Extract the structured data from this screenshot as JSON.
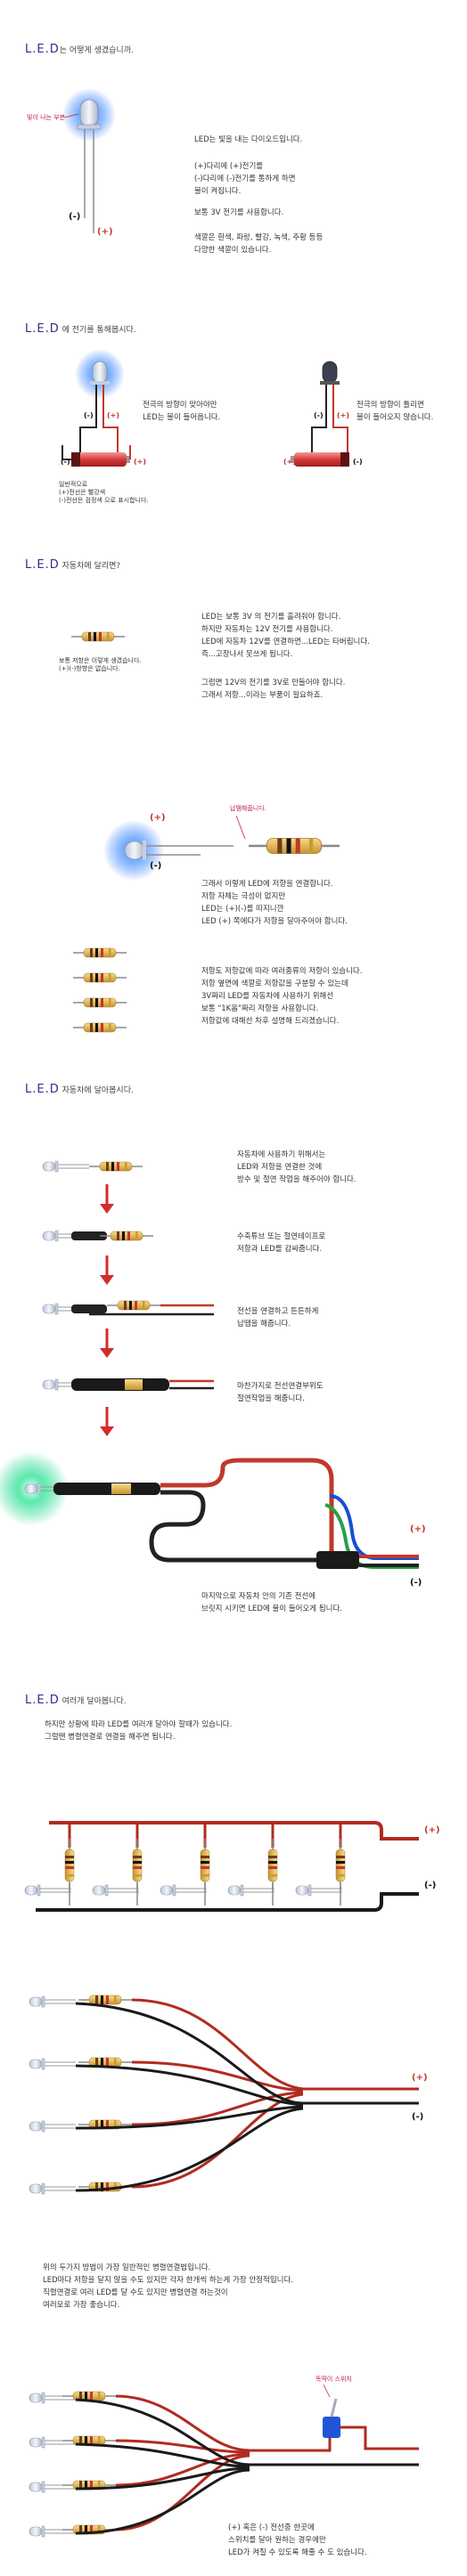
{
  "s1": {
    "head": [
      "L.E.D",
      "는 어떻게 생겼습니까."
    ],
    "callout": "빛이 나는 부분",
    "p1": "LED는 빛을 내는 다이오드입니다.",
    "p2": "(+)다리에 (+)전기를\n(-)다리에 (-)전기를 통하게 하면\n불이 켜집니다.",
    "p3": "보통 3V 전기를 사용합니다.",
    "p4": "색깔은 흰색, 파랑, 빨강, 녹색, 주황 등등\n다양한 색깔이 있습니다.",
    "minus": "(-)",
    "plus": "(+)"
  },
  "s2": {
    "head": [
      "L.E.D",
      " 에 전기를 통해봅시다."
    ],
    "left": "전극의 방향이 맞아야만\nLED는 불이 들어옵니다.",
    "right": "전극의 방향이 틀리면\n불이 들어오지 않습니다.",
    "note": "일반적으로\n(+)전선은 빨강색\n(-)전선은 검정색 으로 표시합니다.",
    "minus": "(-)",
    "plus": "(+)"
  },
  "s3": {
    "head": [
      "L.E.D",
      " 자동차에 달리면?"
    ],
    "resnote": "보통 저항은 이렇게 생겼습니다.\n(+)(-)방향은 없습니다.",
    "p1": "LED는 보통 3V 의 전기를 흘려줘야 합니다.\n하지만 자동차는 12V 전기를 사용합니다.\nLED에 자동차 12V를 연결하면...LED는 타버립니다.\n즉...고장나서 못쓰게 됩니다.",
    "p2": "그럼면 12V의 전기를 3V로 만들어야 합니다.\n그래서 저항...이라는 부품이 필요하죠.",
    "callout": "납땜해줍니다.",
    "p3": "그래서 이렇게 LED에 저항을 연결합니다.\n저항 자체는 극성이 없지만\nLED는 (+)(-)를 따지니깐\nLED (+) 쪽에다가 저항을 달아주어야 합니다.",
    "p4": "저항도 저항값에 따라 여러종류의 저항이 있습니다.\n저항 옆면에 색깔로 저항값을 구분할 수 있는데\n3V짜리 LED를 자동차에 사용하기 위해선\n보통 \"1K옴\"짜리 저항을 사용합니다.\n저항값에 대해선 차후 설명해 드리겠습니다.",
    "minus": "(-)",
    "plus": "(+)"
  },
  "s4": {
    "head": [
      "L.E.D",
      " 자동차에 달아봅시다."
    ],
    "p1": "자동차에 사용하기 위해서는\nLED와 저항을 연결한 것에\n방수 및 절연 작업을 해주어야 합니다.",
    "p2": "수축튜브 또는 절연테이프로\n저항과 LED를 감싸줍니다.",
    "p3": "전선을 연결하고 튼튼하게\n납땜을 해줍니다.",
    "p4": "마찬가지로 전선연결부위도\n절연작업을 해줍니다.",
    "p5": "마지막으로 자동차 안의 기존 전선에\n브릿지 시키면 LED에 불이 들어오게 됩니다.",
    "minus": "(-)",
    "plus": "(+)"
  },
  "s5": {
    "head": [
      "L.E.D",
      " 여러개 달아봅니다."
    ],
    "p1": "하지만 상황에 따라 LED를 여러개 달아야 할때가 있습니다.\n그럴땐 병렬연결로 연결을 해주면 됩니다.",
    "p2": "위의 두가지 방법이 가장 일반적인 병렬연결법입니다.\nLED마다 저항을 달지 않을 수도 있지만 각자 한개씩 하는게 가장 안정적입니다.\n직렬연결로 여러 LED를 달 수도 있지만 병렬연결 하는것이\n여러모로 가장 좋습니다.",
    "switch": "똑딱이 스위치",
    "p3": "(+) 혹은 (-) 전선중 한곳에\n스위치를 달아 원하는 경우에만\nLED가 켜질 수 있도록 해줄 수 도 있습니다.",
    "minus": "(-)",
    "plus": "(+)"
  }
}
